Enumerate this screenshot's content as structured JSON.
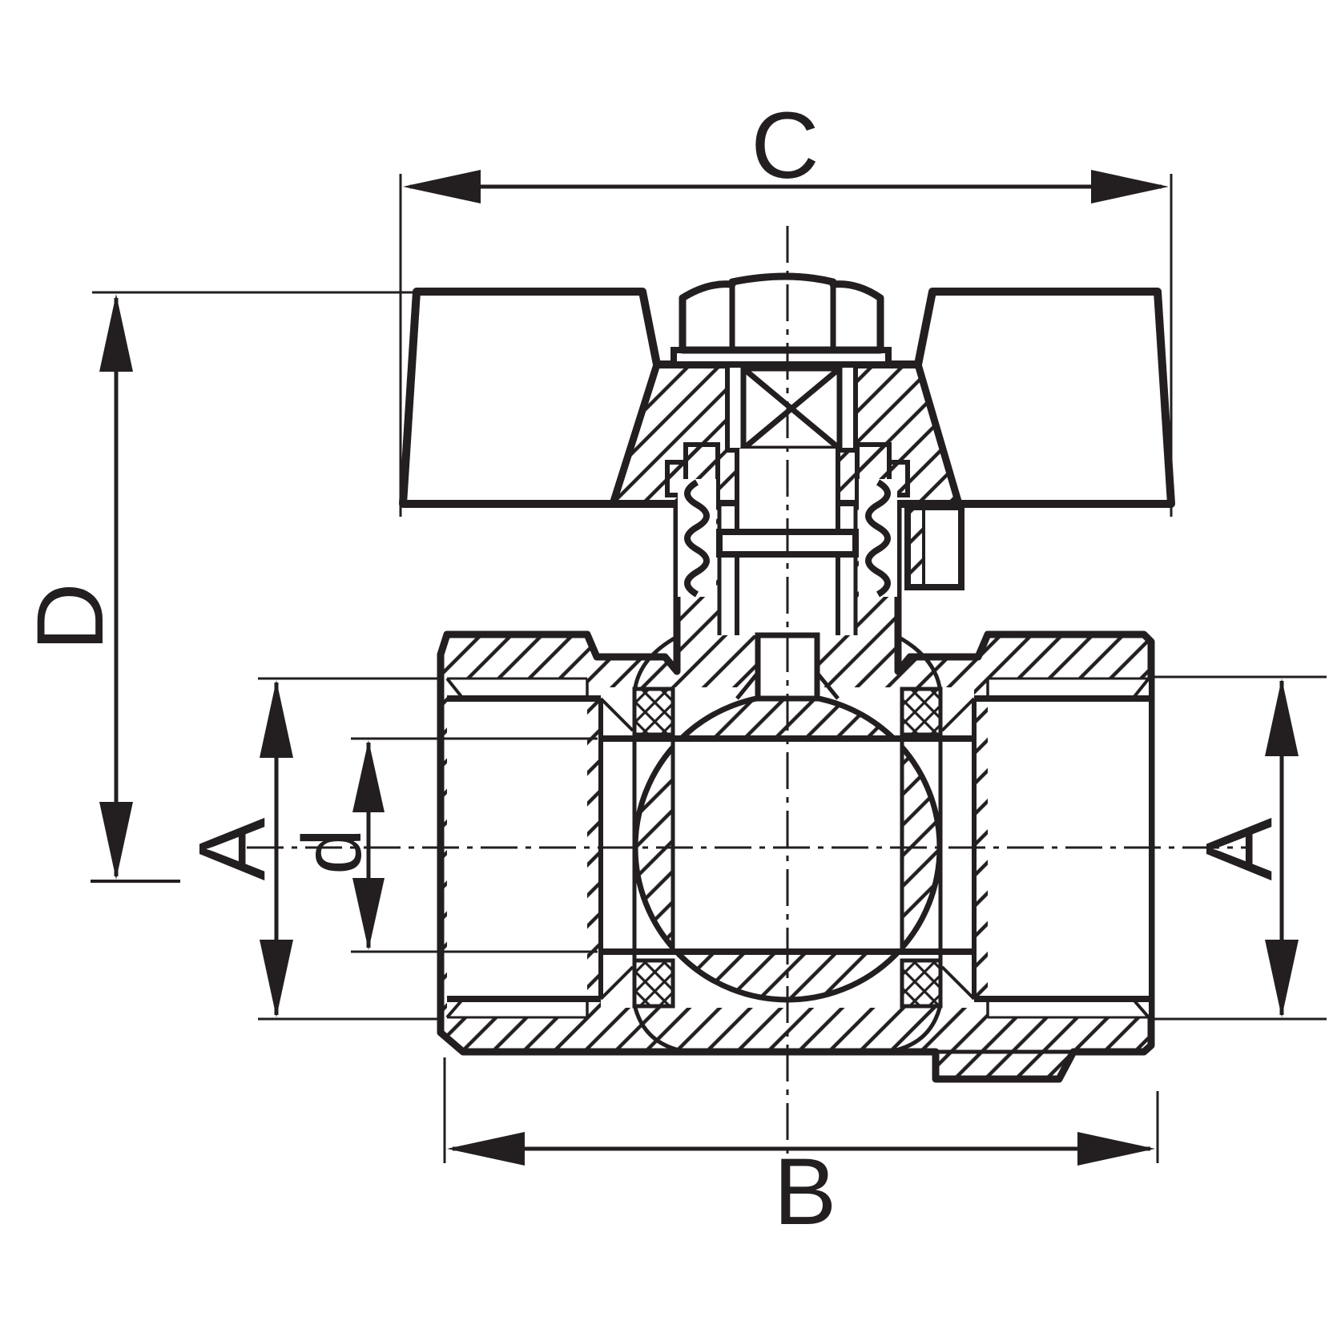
{
  "drawing": {
    "type": "technical-cross-section",
    "subject": "ball valve with butterfly handle, female threaded ports, sectional view",
    "background_color": "#ffffff",
    "line_color": "#231f20",
    "dimensions": {
      "C": {
        "label": "C",
        "meaning": "handle width (top horizontal dimension)"
      },
      "D": {
        "label": "D",
        "meaning": "height (left vertical dimension)"
      },
      "A_left": {
        "label": "A",
        "meaning": "port thread diameter (left vertical dimension)"
      },
      "d": {
        "label": "d",
        "meaning": "bore diameter (inner vertical dimension)"
      },
      "A_right": {
        "label": "A",
        "meaning": "port thread diameter (right vertical dimension)"
      },
      "B": {
        "label": "B",
        "meaning": "overall body length (bottom horizontal dimension)"
      }
    }
  }
}
